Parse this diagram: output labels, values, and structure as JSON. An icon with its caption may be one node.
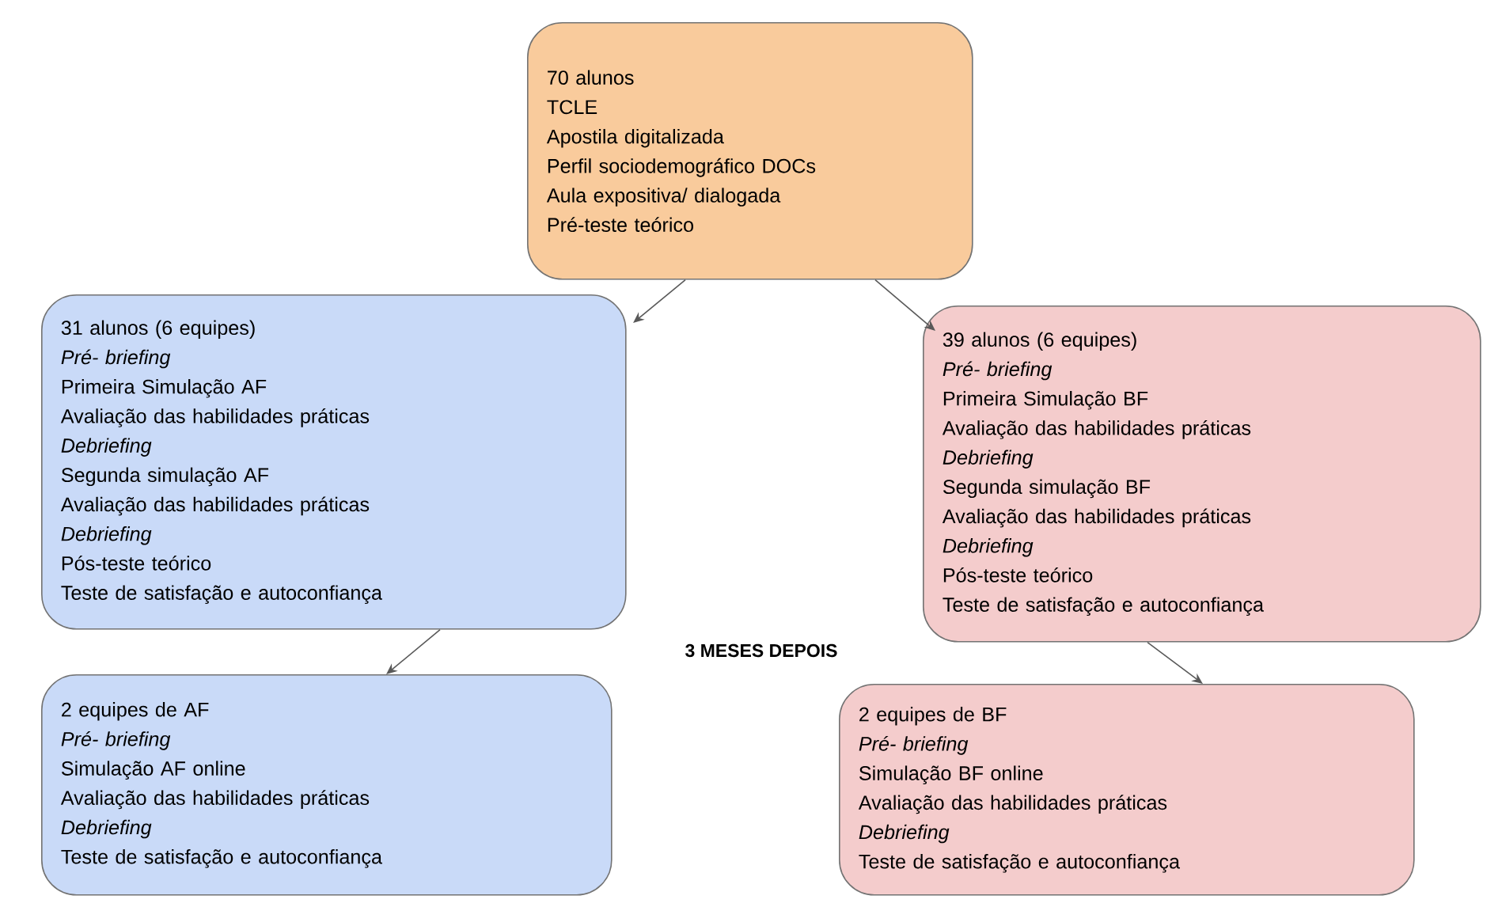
{
  "diagram": {
    "nodes": [
      {
        "text": [
          "70 alunos",
          "TCLE",
          "Apostila digitalizada",
          "Perfil sociodemográfico DOCs",
          "Aula expositiva/ dialogada",
          "Pré-teste teórico"
        ]
      },
      {
        "text": [
          "31 alunos (6 equipes)",
          "*Pré- briefing*",
          "Primeira Simulação  AF",
          "Avaliação das habilidades práticas",
          "*Debriefing*",
          "Segunda simulação AF",
          "Avaliação das habilidades práticas",
          "*Debriefing*",
          "Pós-teste teórico",
          "Teste de satisfação e autoconfiança"
        ]
      },
      {
        "text": [
          "39 alunos (6 equipes)",
          "*Pré- briefing*",
          "Primeira Simulação  BF",
          "Avaliação das habilidades práticas",
          "*Debriefing*",
          "Segunda simulação BF",
          "Avaliação das habilidades práticas",
          "*Debriefing*",
          "Pós-teste teórico",
          "Teste de satisfação  e autoconfiança"
        ]
      },
      {
        "text": [
          "2 equipes de AF",
          "*Pré- briefing*",
          "Simulação AF online",
          "Avaliação das habilidades práticas",
          "*Debriefing*",
          "Teste de satisfação e autoconfiança"
        ]
      },
      {
        "text": [
          "2 equipes de BF",
          "*Pré- briefing*",
          "Simulação BF online",
          "Avaliação das habilidades práticas",
          "*Debriefing*",
          "Teste de satisfação e autoconfiança"
        ]
      }
    ],
    "edges": [
      {
        "from": 0,
        "to": 1,
        "arrow": "to"
      },
      {
        "from": 0,
        "to": 2,
        "arrow": "to"
      },
      {
        "from": 1,
        "to": 3,
        "arrow": "to"
      },
      {
        "from": 2,
        "to": 4,
        "arrow": "to"
      }
    ],
    "labels": [
      "3 MESES DEPOIS"
    ]
  }
}
